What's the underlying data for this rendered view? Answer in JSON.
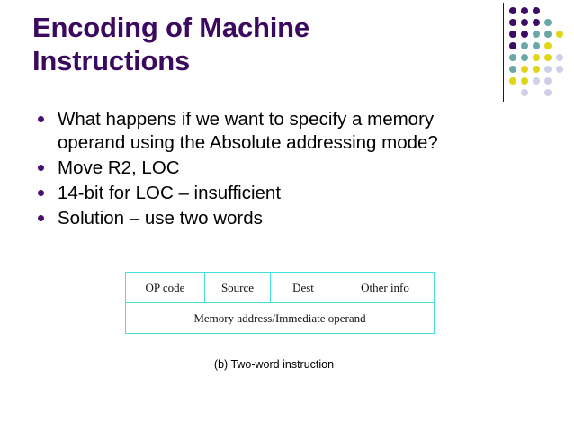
{
  "slide": {
    "title_lines": [
      "Encoding of Machine",
      "Instructions"
    ],
    "title_color": "#3b0a5e"
  },
  "logo": {
    "name": "decorative-dot-grid",
    "divider_color": "#1a1a2e",
    "palette": {
      "purple": "#3d0b66",
      "teal": "#6aa8a8",
      "yellow": "#e0d617",
      "lavender": "#cfd0e8"
    },
    "rows": [
      [
        "purple",
        "purple",
        "purple",
        null,
        null
      ],
      [
        "purple",
        "purple",
        "purple",
        "teal",
        null
      ],
      [
        "purple",
        "purple",
        "teal",
        "teal",
        "yellow"
      ],
      [
        "purple",
        "teal",
        "teal",
        "yellow",
        null
      ],
      [
        "teal",
        "teal",
        "yellow",
        "yellow",
        "lavender"
      ],
      [
        "teal",
        "yellow",
        "yellow",
        "lavender",
        "lavender"
      ],
      [
        "yellow",
        "yellow",
        "lavender",
        "lavender",
        null
      ],
      [
        null,
        "lavender",
        null,
        "lavender",
        null
      ]
    ]
  },
  "bullets": [
    "What happens if we want to specify a memory operand using the Absolute addressing mode?",
    "Move  R2, LOC",
    "14-bit for LOC – insufficient",
    "Solution – use two words"
  ],
  "instruction_table": {
    "border_color": "#45dfe0",
    "fields_row": [
      "OP code",
      "Source",
      "Dest",
      "Other info"
    ],
    "operand_row": "Memory address/Immediate operand",
    "caption": "(b) Two-word instruction"
  }
}
